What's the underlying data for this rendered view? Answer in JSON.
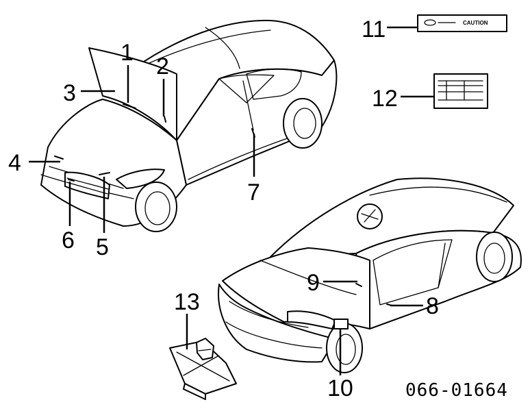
{
  "callouts": {
    "c1": "1",
    "c2": "2",
    "c3": "3",
    "c4": "4",
    "c5": "5",
    "c6": "6",
    "c7": "7",
    "c8": "8",
    "c9": "9",
    "c10": "10",
    "c11": "11",
    "c12": "12",
    "c13": "13"
  },
  "caution_label_text": "CAUTION",
  "diagram_code": "066-01664"
}
